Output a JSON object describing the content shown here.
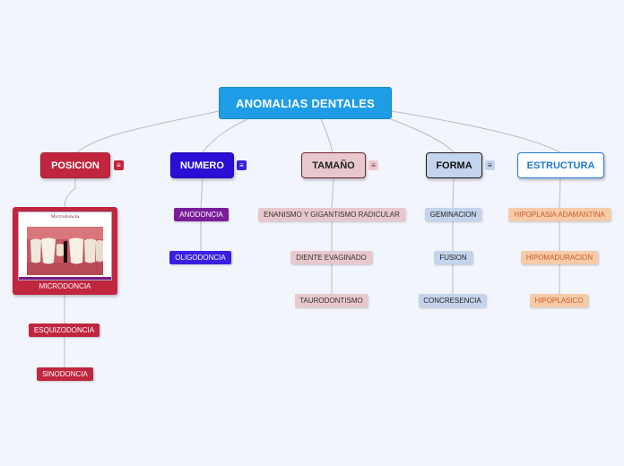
{
  "root": {
    "label": "ANOMALIAS DENTALES"
  },
  "posicion": {
    "label": "POSICION",
    "image_title": "Microdoncia",
    "image_caption": "MICRODONCIA",
    "children": [
      "ESQUIZODONCIA",
      "SINODONCIA"
    ]
  },
  "numero": {
    "label": "NUMERO",
    "children": [
      "ANODONCIA",
      "OLIGODONCIA"
    ]
  },
  "tamano": {
    "label": "TAMAÑO",
    "children": [
      "ENANISMO Y GIGANTISMO RADICULAR",
      "DIENTE EVAGINADO",
      "TAURODONTISMO"
    ]
  },
  "forma": {
    "label": "FORMA",
    "children": [
      "GEMINACION",
      "FUSION",
      "CONCRESENCIA"
    ]
  },
  "estructura": {
    "label": "ESTRUCTURA",
    "children": [
      "HIPOPLASIA ADAMANTINA",
      "HIPOMADURACION",
      "HIPOPLASICO"
    ]
  },
  "note_icon": "notes-icon",
  "colors": {
    "root": "#1e9de6",
    "posicion": "#c0263e",
    "numero": "#2a0fd4",
    "tamano": "#e8c8cc",
    "forma": "#c4d4ec",
    "estructura": "#1e7ad6",
    "hipo": "#f5cba8"
  }
}
